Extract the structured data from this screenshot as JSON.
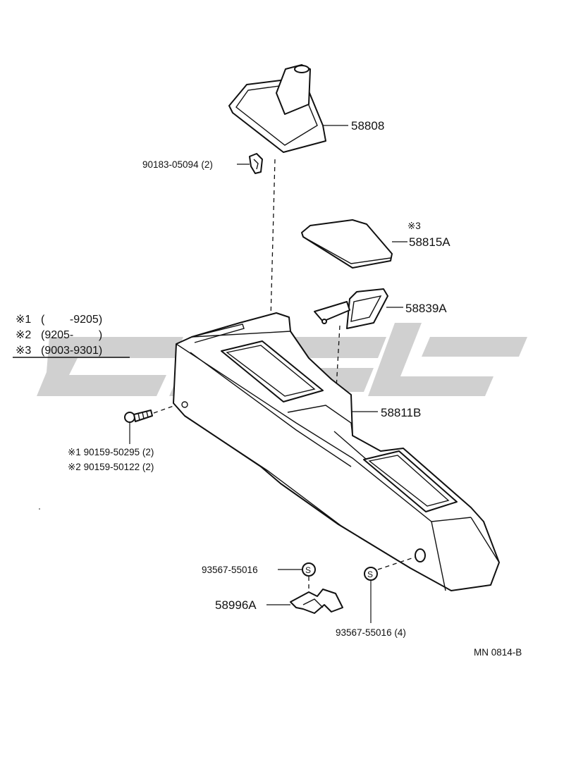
{
  "diagram": {
    "legend": [
      {
        "mark": "※1",
        "text": "(        -9205)"
      },
      {
        "mark": "※2",
        "text": "(9205-        )"
      },
      {
        "mark": "※3",
        "text": "(9003-9301)"
      }
    ],
    "parts": {
      "boot": "58808",
      "clip": "90183-05094 (2)",
      "lid_note": "※3",
      "lid": "58815A",
      "bracket": "58839A",
      "console": "58811B",
      "screw_1": "※1 90159-50295 (2)",
      "screw_2": "※2 90159-50122 (2)",
      "nut_top": "93567-55016",
      "nut_symbol_left": "S",
      "nut_symbol_right": "S",
      "bottom_bracket": "58996A",
      "nut_bottom": "93567-55016 (4)"
    },
    "diagram_code": "MN 0814-B",
    "watermark_color": "#c8c8c8"
  }
}
